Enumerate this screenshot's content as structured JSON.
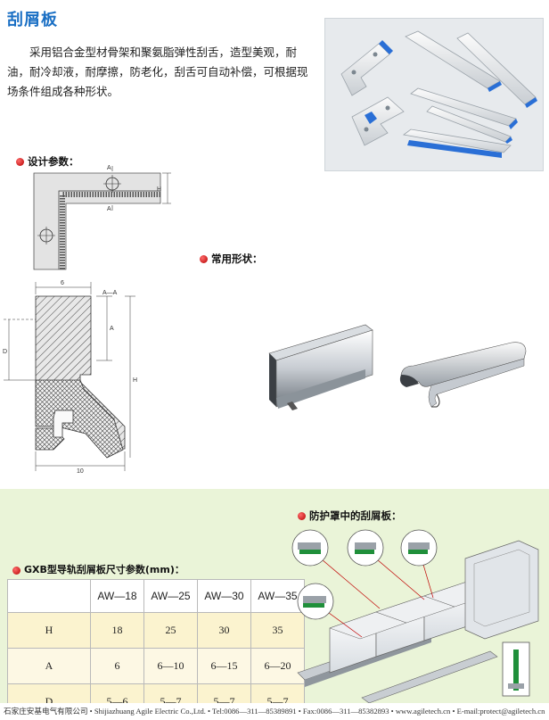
{
  "page": {
    "title": "刮屑板",
    "intro": "采用铝合金型材骨架和聚氨脂弹性刮舌，造型美观，耐油，耐冷却液，耐摩擦，防老化，刮舌可自动补偿，可根据现场条件组成各种形状。"
  },
  "sections": {
    "design_params": "设计参数：",
    "common_shapes": "常用形状：",
    "in_guard": "防护罩中的刮屑板：",
    "table_title": "GXB型导轨刮屑板尺寸参数(mm)："
  },
  "drawing_labels": {
    "a_top": "A",
    "a_bottom": "A",
    "h": "H",
    "dim6": "6",
    "section_aa": "A—A",
    "a_side": "A",
    "d": "D",
    "h_side": "H",
    "dim10": "10"
  },
  "table": {
    "columns": [
      "AW—18",
      "AW—25",
      "AW—30",
      "AW—35"
    ],
    "rows": [
      {
        "label": "H",
        "values": [
          "18",
          "25",
          "30",
          "35"
        ]
      },
      {
        "label": "A",
        "values": [
          "6",
          "6—10",
          "6—15",
          "6—20"
        ]
      },
      {
        "label": "D",
        "values": [
          "5—6",
          "5—7",
          "5—7",
          "5—7"
        ]
      }
    ]
  },
  "footer": {
    "text": "石家庄安基电气有限公司 • Shijiazhuang Agile Electric Co.,Ltd. • Tel:0086—311—85389891 • Fax:0086—311—85382893 • www.agiletech.cn • E-mail:protect@agiletech.cn"
  },
  "colors": {
    "title": "#1a6fc4",
    "panel": "#eaf4d8",
    "table_cell": "#fbf3cf",
    "bullet": "#c00000",
    "wiper_blue": "#2a6fd6"
  }
}
